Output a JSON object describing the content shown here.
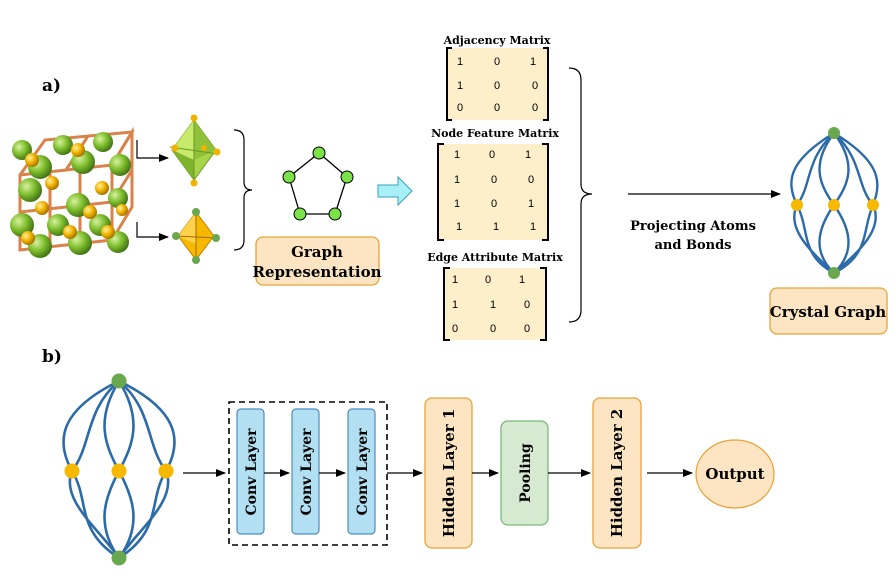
{
  "panel_a": {
    "label": "a)",
    "graph_box_line1": "Graph",
    "graph_box_line2": "Representation",
    "adjacency": {
      "title": "Adjacency Matrix",
      "rows": [
        [
          "1",
          "0",
          "1"
        ],
        [
          "1",
          "0",
          "0"
        ],
        [
          "0",
          "0",
          "0"
        ]
      ]
    },
    "node_feature": {
      "title": "Node Feature Matrix",
      "rows": [
        [
          "1",
          "0",
          "1"
        ],
        [
          "1",
          "0",
          "0"
        ],
        [
          "1",
          "0",
          "1"
        ],
        [
          "1",
          "1",
          "1"
        ]
      ]
    },
    "edge_attribute": {
      "title": "Edge Attribute Matrix",
      "rows": [
        [
          "1",
          "0",
          "1"
        ],
        [
          "1",
          "1",
          "0"
        ],
        [
          "0",
          "0",
          "0"
        ]
      ]
    },
    "projecting_line1": "Projecting Atoms",
    "projecting_line2": "and Bonds",
    "crystal_graph_label": "Crystal Graph"
  },
  "panel_b": {
    "label": "b)",
    "conv_layers": [
      "Conv Layer",
      "Conv Layer",
      "Conv Layer"
    ],
    "hidden_layer_1": "Hidden Layer 1",
    "pooling": "Pooling",
    "hidden_layer_2": "Hidden Layer 2",
    "output": "Output"
  },
  "colors": {
    "peach_fill": "#fde5c4",
    "peach_stroke": "#e8a33a",
    "blue_fill": "#b3dff2",
    "blue_stroke": "#4a8fc0",
    "green_fill": "#d6ead2",
    "green_stroke": "#7fb77a",
    "matrix_fill": "#fdefc9",
    "graph_blue": "#2c6aa8",
    "node_gold": "#f7b800",
    "node_green": "#6aa84f",
    "arrow_cyan": "#a8f0f7"
  }
}
